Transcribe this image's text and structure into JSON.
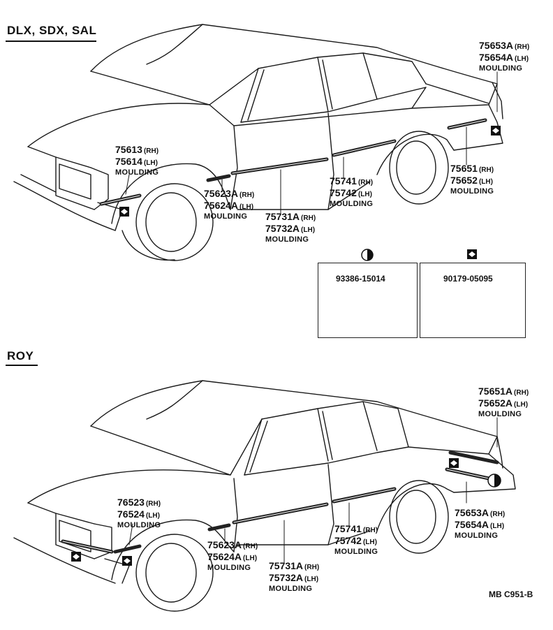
{
  "sections": {
    "top": {
      "title": "DLX, SDX, SAL",
      "callouts": [
        {
          "parts": [
            {
              "no": "75613",
              "side": "(RH)"
            },
            {
              "no": "75614",
              "side": "(LH)"
            }
          ],
          "desc": "MOULDING"
        },
        {
          "parts": [
            {
              "no": "75623A",
              "side": "(RH)"
            },
            {
              "no": "75624A",
              "side": "(LH)"
            }
          ],
          "desc": "MOULDING"
        },
        {
          "parts": [
            {
              "no": "75731A",
              "side": "(RH)"
            },
            {
              "no": "75732A",
              "side": "(LH)"
            }
          ],
          "desc": "MOULDING"
        },
        {
          "parts": [
            {
              "no": "75741",
              "side": "(RH)"
            },
            {
              "no": "75742",
              "side": "(LH)"
            }
          ],
          "desc": "MOULDING"
        },
        {
          "parts": [
            {
              "no": "75651",
              "side": "(RH)"
            },
            {
              "no": "75652",
              "side": "(LH)"
            }
          ],
          "desc": "MOULDING"
        },
        {
          "parts": [
            {
              "no": "75653A",
              "side": "(RH)"
            },
            {
              "no": "75654A",
              "side": "(LH)"
            }
          ],
          "desc": "MOULDING"
        }
      ]
    },
    "bottom": {
      "title": "ROY",
      "callouts": [
        {
          "parts": [
            {
              "no": "76523",
              "side": "(RH)"
            },
            {
              "no": "76524",
              "side": "(LH)"
            }
          ],
          "desc": "MOULDING"
        },
        {
          "parts": [
            {
              "no": "75623A",
              "side": "(RH)"
            },
            {
              "no": "75624A",
              "side": "(LH)"
            }
          ],
          "desc": "MOULDING"
        },
        {
          "parts": [
            {
              "no": "75731A",
              "side": "(RH)"
            },
            {
              "no": "75732A",
              "side": "(LH)"
            }
          ],
          "desc": "MOULDING"
        },
        {
          "parts": [
            {
              "no": "75741",
              "side": "(RH)"
            },
            {
              "no": "75742",
              "side": "(LH)"
            }
          ],
          "desc": "MOULDING"
        },
        {
          "parts": [
            {
              "no": "75651A",
              "side": "(RH)"
            },
            {
              "no": "75652A",
              "side": "(LH)"
            }
          ],
          "desc": "MOULDING"
        },
        {
          "parts": [
            {
              "no": "75653A",
              "side": "(RH)"
            },
            {
              "no": "75654A",
              "side": "(LH)"
            }
          ],
          "desc": "MOULDING"
        }
      ]
    }
  },
  "fasteners": [
    {
      "part_no": "93386-15014",
      "symbol": "half-circle-symbol"
    },
    {
      "part_no": "90179-05095",
      "symbol": "diamond-symbol"
    }
  ],
  "reference": "MB  C951-B"
}
